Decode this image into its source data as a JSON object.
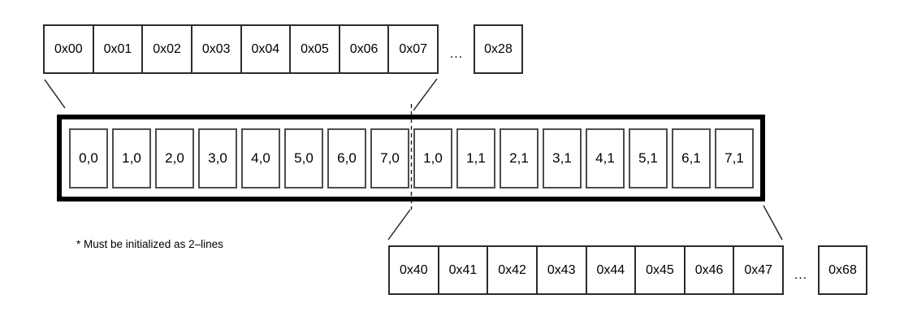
{
  "diagram": {
    "top_row": {
      "cells": [
        "0x00",
        "0x01",
        "0x02",
        "0x03",
        "0x04",
        "0x05",
        "0x06",
        "0x07"
      ],
      "ellipsis": "...",
      "detached_cell": "0x28"
    },
    "buffer": {
      "cells": [
        "0,0",
        "1,0",
        "2,0",
        "3,0",
        "4,0",
        "5,0",
        "6,0",
        "7,0",
        "1,0",
        "1,1",
        "2,1",
        "3,1",
        "4,1",
        "5,1",
        "6,1",
        "7,1"
      ]
    },
    "bottom_row": {
      "cells": [
        "0x40",
        "0x41",
        "0x42",
        "0x43",
        "0x44",
        "0x45",
        "0x46",
        "0x47"
      ],
      "ellipsis": "...",
      "detached_cell": "0x68"
    },
    "footnote": "* Must be initialized as 2–lines",
    "colors": {
      "background": "#ffffff",
      "thick_border": "#000000",
      "thin_border": "#2b2b2b",
      "cell_border": "#4d4d4d",
      "connector_line": "#1c1c1c"
    }
  }
}
